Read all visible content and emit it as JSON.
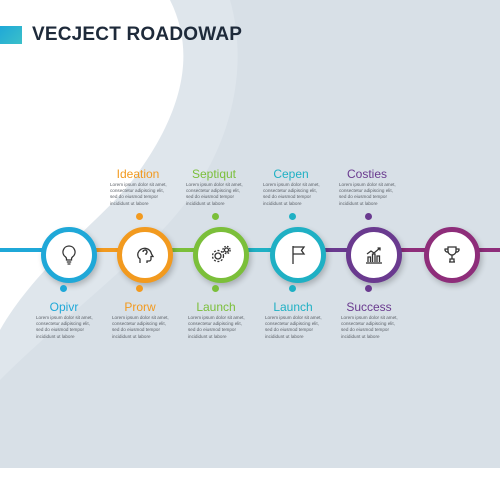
{
  "title": "VECJECT ROADOWAP",
  "side_id": "193820989",
  "colors": {
    "accent": "#1fa8d8",
    "blue": "#1fa8d8",
    "orange": "#f29a1f",
    "green": "#7bbf3a",
    "teal": "#1fb0c4",
    "purple": "#6a3a8f",
    "magenta": "#8e2d7a"
  },
  "nodes": [
    {
      "icon": "lightbulb-icon",
      "color": "#1fa8d8"
    },
    {
      "icon": "head-icon",
      "color": "#f29a1f"
    },
    {
      "icon": "gears-icon",
      "color": "#7bbf3a"
    },
    {
      "icon": "flag-icon",
      "color": "#1fb0c4"
    },
    {
      "icon": "bar-chart-icon",
      "color": "#6a3a8f"
    },
    {
      "icon": "trophy-icon",
      "color": "#8e2d7a"
    }
  ],
  "top_stages": [
    {
      "label": "Ideation",
      "color": "#f29a1f",
      "lines": [
        "Lorem ipsum dolor sit amet,",
        "consectetur adipiscing elit,",
        "sed do eiusmod tempor",
        "incididunt ut labore"
      ]
    },
    {
      "label": "Septiqut",
      "color": "#7bbf3a",
      "lines": [
        "Lorem ipsum dolor sit amet,",
        "consectetur adipiscing elit,",
        "sed do eiusmod tempor",
        "incididunt ut labore"
      ]
    },
    {
      "label": "Cepen",
      "color": "#1fb0c4",
      "lines": [
        "Lorem ipsum dolor sit amet,",
        "consectetur adipiscing elit,",
        "sed do eiusmod tempor",
        "incididunt ut labore"
      ]
    },
    {
      "label": "Costies",
      "color": "#6a3a8f",
      "lines": [
        "Lorem ipsum dolor sit amet,",
        "consectetur adipiscing elit,",
        "sed do eiusmod tempor",
        "incididunt ut labore"
      ]
    }
  ],
  "bottom_stages": [
    {
      "label": "Opivr",
      "color": "#1fa8d8",
      "lines": [
        "Lorem ipsum dolor sit amet,",
        "consectetur adipiscing elit,",
        "sed do eiusmod tempor",
        "incididunt ut labore"
      ]
    },
    {
      "label": "Prorw",
      "color": "#f29a1f",
      "lines": [
        "Lorem ipsum dolor sit amet,",
        "consectetur adipiscing elit,",
        "sed do eiusmod tempor",
        "incididunt ut labore"
      ]
    },
    {
      "label": "Launch",
      "color": "#7bbf3a",
      "lines": [
        "Lorem ipsum dolor sit amet,",
        "consectetur adipiscing elit,",
        "sed do eiusmod tempor",
        "incididunt ut labore"
      ]
    },
    {
      "label": "Launch",
      "color": "#1fb0c4",
      "lines": [
        "Lorem ipsum dolor sit amet,",
        "consectetur adipiscing elit,",
        "sed do eiusmod tempor",
        "incididunt ut labore"
      ]
    },
    {
      "label": "Success",
      "color": "#6a3a8f",
      "lines": [
        "Lorem ipsum dolor sit amet,",
        "consectetur adipiscing elit,",
        "sed do eiusmod tempor",
        "incididunt ut labore"
      ]
    }
  ]
}
